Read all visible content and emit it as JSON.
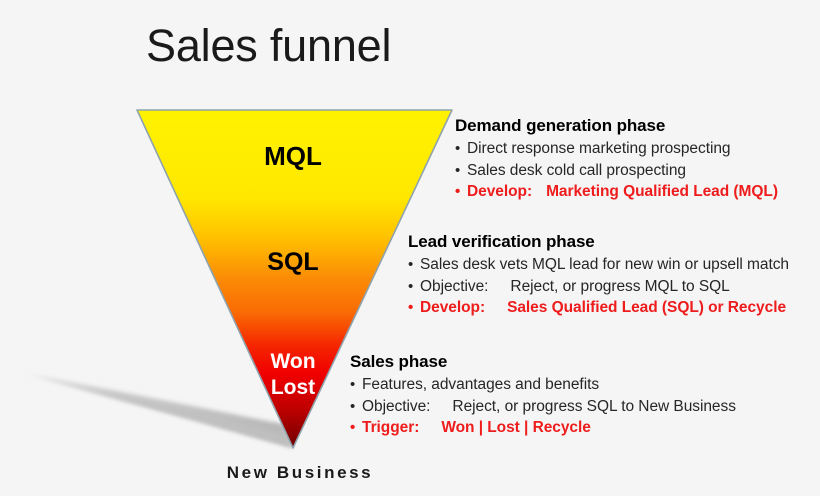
{
  "page": {
    "title": "Sales funnel",
    "background_color": "#f5f5f5",
    "accent_red": "#ee1c1c",
    "text_color": "#262626",
    "bottom_caption": "New Business"
  },
  "funnel": {
    "shape": "inverted-triangle",
    "outline_color": "#8fa3ad",
    "gradient": {
      "top": "#fff200",
      "upper_mid": "#ffd400",
      "mid": "#f97a07",
      "lower_mid": "#f40000",
      "bottom": "#7a0000"
    },
    "stages": [
      {
        "id": "mql",
        "label": "MQL",
        "text_color": "#000000"
      },
      {
        "id": "sql",
        "label": "SQL",
        "text_color": "#000000"
      },
      {
        "id": "won",
        "label": "Won",
        "text_color": "#ffffff"
      },
      {
        "id": "lost",
        "label": "Lost",
        "text_color": "#ffffff"
      }
    ]
  },
  "phases": [
    {
      "id": "demand-generation",
      "heading": "Demand generation phase",
      "bullets": [
        {
          "label": "",
          "gap": "none",
          "text": "Direct response marketing prospecting",
          "accent": false
        },
        {
          "label": "",
          "gap": "none",
          "text": "Sales desk cold call prospecting",
          "accent": false
        },
        {
          "label": "Develop:",
          "gap": "small",
          "text": "Marketing Qualified Lead (MQL)",
          "accent": true
        }
      ]
    },
    {
      "id": "lead-verification",
      "heading": "Lead verification phase",
      "bullets": [
        {
          "label": "",
          "gap": "none",
          "text": "Sales desk vets MQL lead for new win or upsell match",
          "accent": false
        },
        {
          "label": "Objective:",
          "gap": "medium",
          "text": "Reject, or progress MQL to SQL",
          "accent": false
        },
        {
          "label": "Develop:",
          "gap": "medium",
          "text": "Sales Qualified Lead (SQL) or Recycle",
          "accent": true
        }
      ]
    },
    {
      "id": "sales",
      "heading": "Sales phase",
      "bullets": [
        {
          "label": "",
          "gap": "none",
          "text": "Features, advantages and benefits",
          "accent": false
        },
        {
          "label": "Objective:",
          "gap": "medium",
          "text": "Reject, or progress SQL to New Business",
          "accent": false
        },
        {
          "label": "Trigger:",
          "gap": "medium",
          "text": "Won | Lost | Recycle",
          "accent": true
        }
      ]
    }
  ],
  "bullet_glyph": "•"
}
